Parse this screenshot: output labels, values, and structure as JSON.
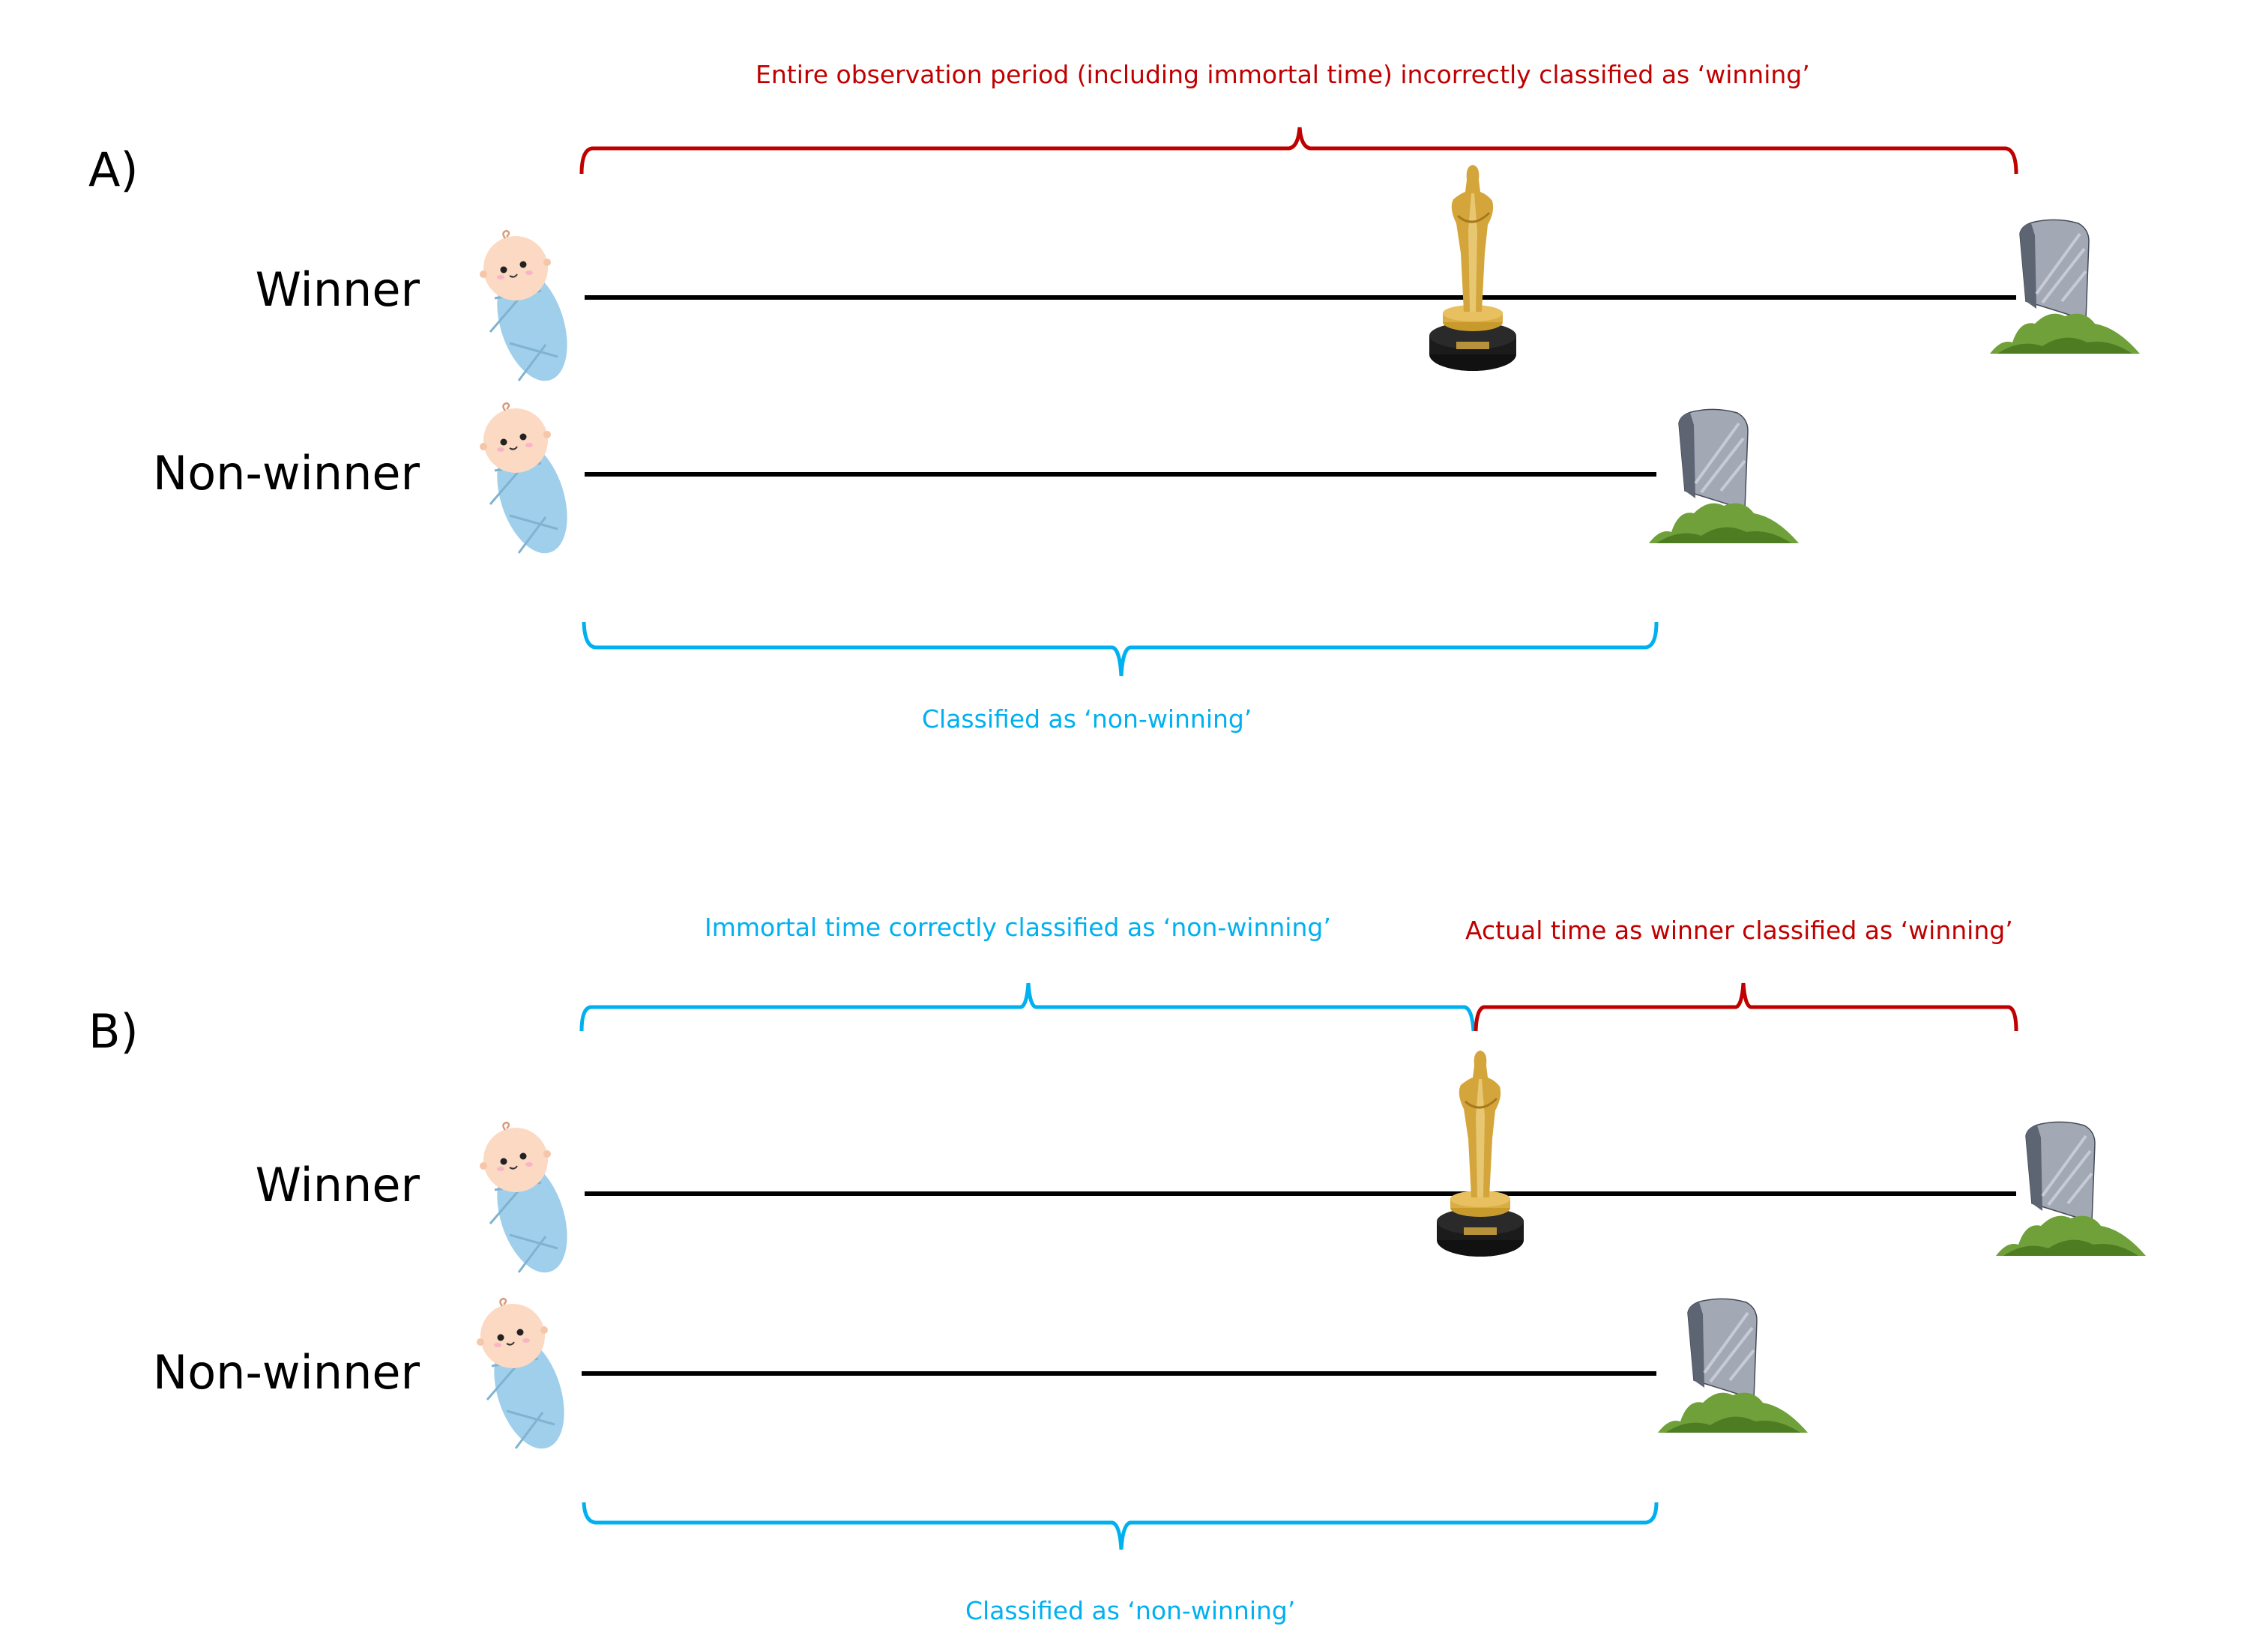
{
  "colors": {
    "red": "#c00000",
    "blue": "#00b0f0",
    "timeline": "#000000"
  },
  "panels": [
    {
      "id": "A",
      "label": "A)",
      "rows": [
        {
          "label": "Winner",
          "start_icon": "baby-icon",
          "end_icon": "tombstone-icon",
          "event_icon": "oscar-trophy-icon",
          "event_at_fraction": 0.62,
          "end_fraction": 1.0
        },
        {
          "label": "Non-winner",
          "start_icon": "baby-icon",
          "end_icon": "tombstone-icon",
          "end_fraction": 0.75
        }
      ],
      "braces": [
        {
          "text": "Entire observation period (including immortal time) incorrectly classified as ‘winning’",
          "color": "red",
          "from": 0.0,
          "to": 1.0,
          "position": "above"
        },
        {
          "text": "Classified as ‘non-winning’",
          "color": "blue",
          "from": 0.0,
          "to": 0.75,
          "position": "below"
        }
      ]
    },
    {
      "id": "B",
      "label": "B)",
      "rows": [
        {
          "label": "Winner",
          "start_icon": "baby-icon",
          "end_icon": "tombstone-icon",
          "event_icon": "oscar-trophy-icon",
          "event_at_fraction": 0.62,
          "end_fraction": 1.0
        },
        {
          "label": "Non-winner",
          "start_icon": "baby-icon",
          "end_icon": "tombstone-icon",
          "end_fraction": 0.75
        }
      ],
      "braces": [
        {
          "text": "Immortal time correctly classified as ‘non-winning’",
          "color": "blue",
          "from": 0.0,
          "to": 0.62,
          "position": "above"
        },
        {
          "text": "Actual time as winner classified as ‘winning’",
          "color": "red",
          "from": 0.62,
          "to": 1.0,
          "position": "above"
        },
        {
          "text": "Classified as ‘non-winning’",
          "color": "blue",
          "from": 0.0,
          "to": 0.75,
          "position": "below"
        }
      ]
    }
  ]
}
